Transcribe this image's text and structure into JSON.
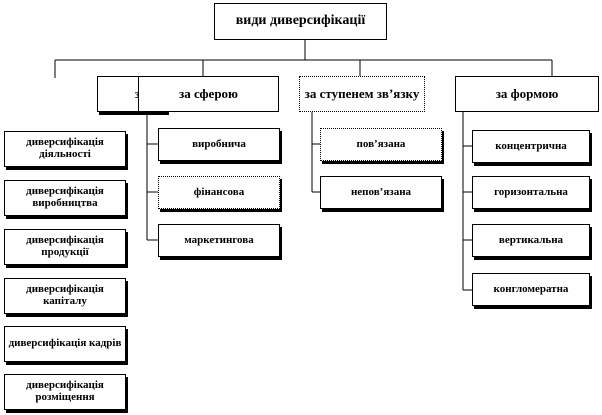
{
  "root": {
    "label": "види диверсифікації"
  },
  "categories": [
    {
      "label": "з"
    },
    {
      "label": "за сферою"
    },
    {
      "label": "за ступенем зв’язку"
    },
    {
      "label": "за формою"
    }
  ],
  "activity_items": [
    "диверсифікація діяльності",
    "диверсифікація виробництва",
    "диверсифікація продукції",
    "диверсифікація капіталу",
    "диверсифікація кадрів",
    "диверсифікація розміщення"
  ],
  "sphere_items": [
    "виробнича",
    "фінансова",
    "маркетингова"
  ],
  "link_items": [
    "пов’язана",
    "непов’язана"
  ],
  "form_items": [
    "концентрична",
    "горизонтальна",
    "вертикальна",
    "конгломератна"
  ]
}
